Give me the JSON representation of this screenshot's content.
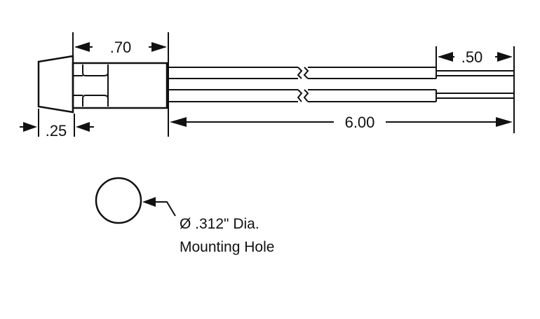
{
  "dimensions": {
    "lens_depth": ".70",
    "lead_strip": ".50",
    "lead_length": "6.00",
    "flange_width": ".25"
  },
  "mounting_hole": {
    "line1": "Ø .312\" Dia.",
    "line2": "Mounting Hole"
  }
}
